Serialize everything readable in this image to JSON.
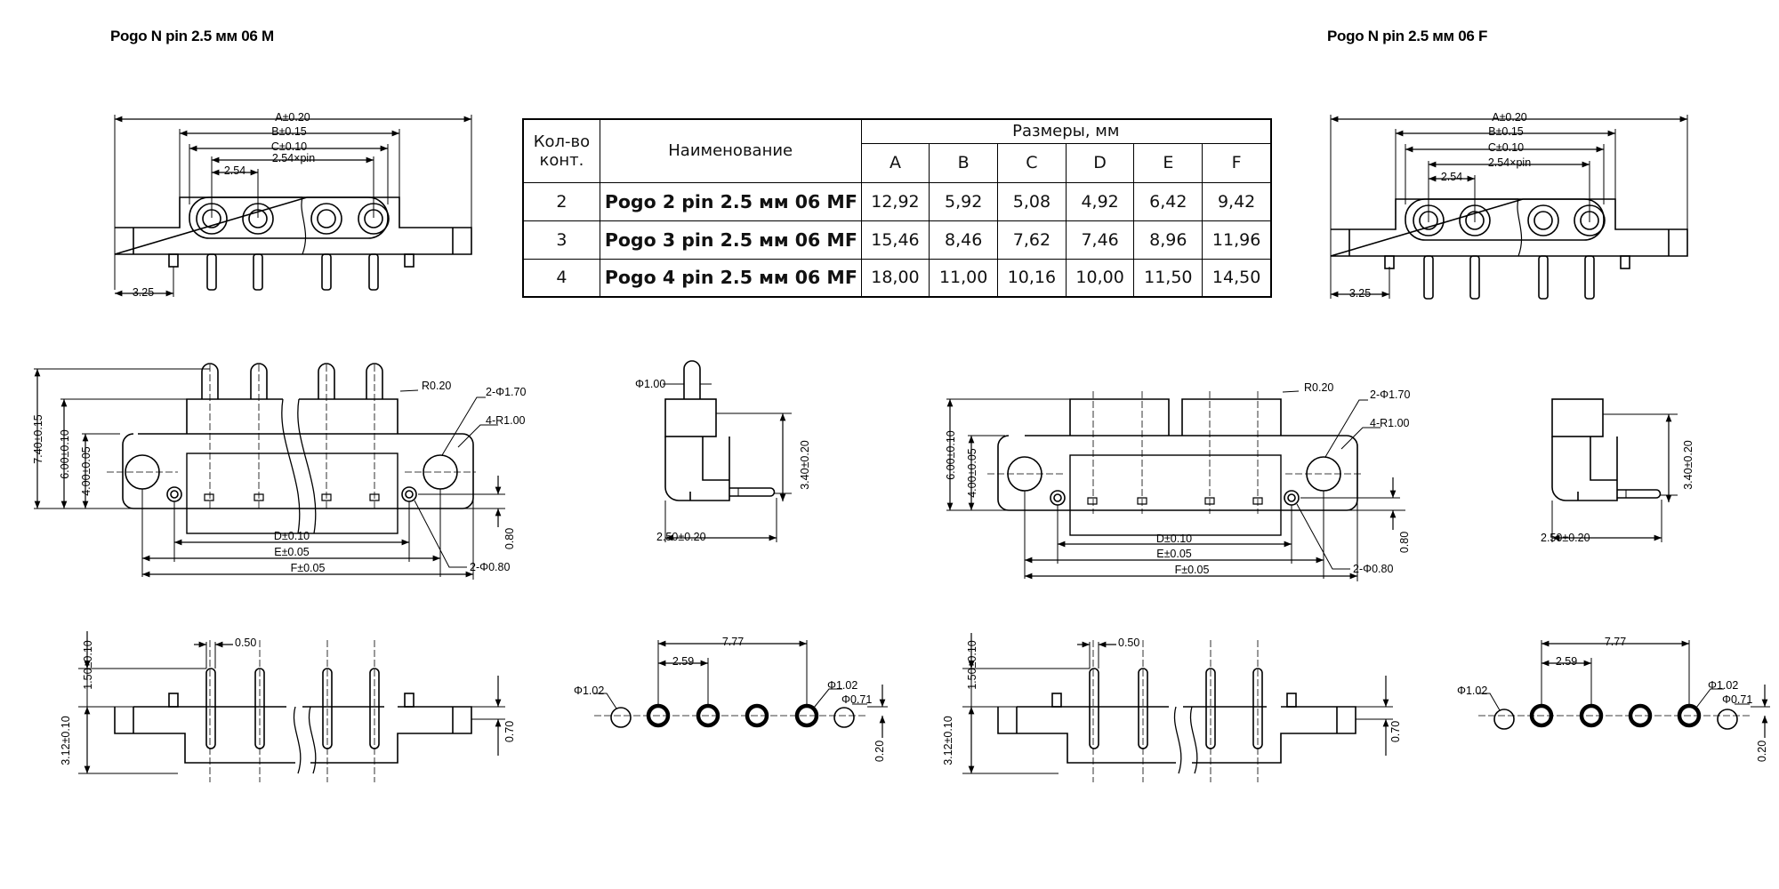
{
  "title_left": "Pogo N pin 2.5 мм 06 M",
  "title_right": "Pogo N pin 2.5 мм 06 F",
  "table": {
    "header_count": "Кол-во конт.",
    "header_name": "Наименование",
    "header_dims": "Размеры, мм",
    "dim_columns": [
      "A",
      "B",
      "C",
      "D",
      "E",
      "F"
    ],
    "rows": [
      {
        "count": "2",
        "name": "Pogo 2 pin 2.5 мм 06 MF",
        "dims": [
          "12,92",
          "5,92",
          "5,08",
          "4,92",
          "6,42",
          "9,42"
        ]
      },
      {
        "count": "3",
        "name": "Pogo 3 pin 2.5 мм 06 MF",
        "dims": [
          "15,46",
          "8,46",
          "7,62",
          "7,46",
          "8,96",
          "11,96"
        ]
      },
      {
        "count": "4",
        "name": "Pogo 4 pin 2.5 мм 06 MF",
        "dims": [
          "18,00",
          "11,00",
          "10,16",
          "10,00",
          "11,50",
          "14,50"
        ]
      }
    ]
  },
  "dims": {
    "a": "A±0.20",
    "b": "B±0.15",
    "c": "C±0.10",
    "pitch_n": "2.54×pin",
    "pitch": "2.54",
    "edge": "3.25",
    "r020": "R0.20",
    "hole170": "2-Φ1.70",
    "r100": "4-R1.00",
    "h740": "7.40±0.15",
    "h600": "6.00±0.10",
    "h400": "4.00±0.05",
    "d": "D±0.10",
    "e": "E±0.05",
    "f": "F±0.05",
    "hole080": "2-Φ0.80",
    "t080": "0.80",
    "pin100": "Φ1.00",
    "h340": "3.40±0.20",
    "w250": "2.50±0.20",
    "t050": "0.50",
    "h150": "1.50±0.10",
    "h312": "3.12±0.10",
    "t070": "0.70",
    "span777": "7.77",
    "span259": "2.59",
    "pad102": "Φ1.02",
    "pad071": "Φ0.71",
    "t020": "0.20"
  }
}
